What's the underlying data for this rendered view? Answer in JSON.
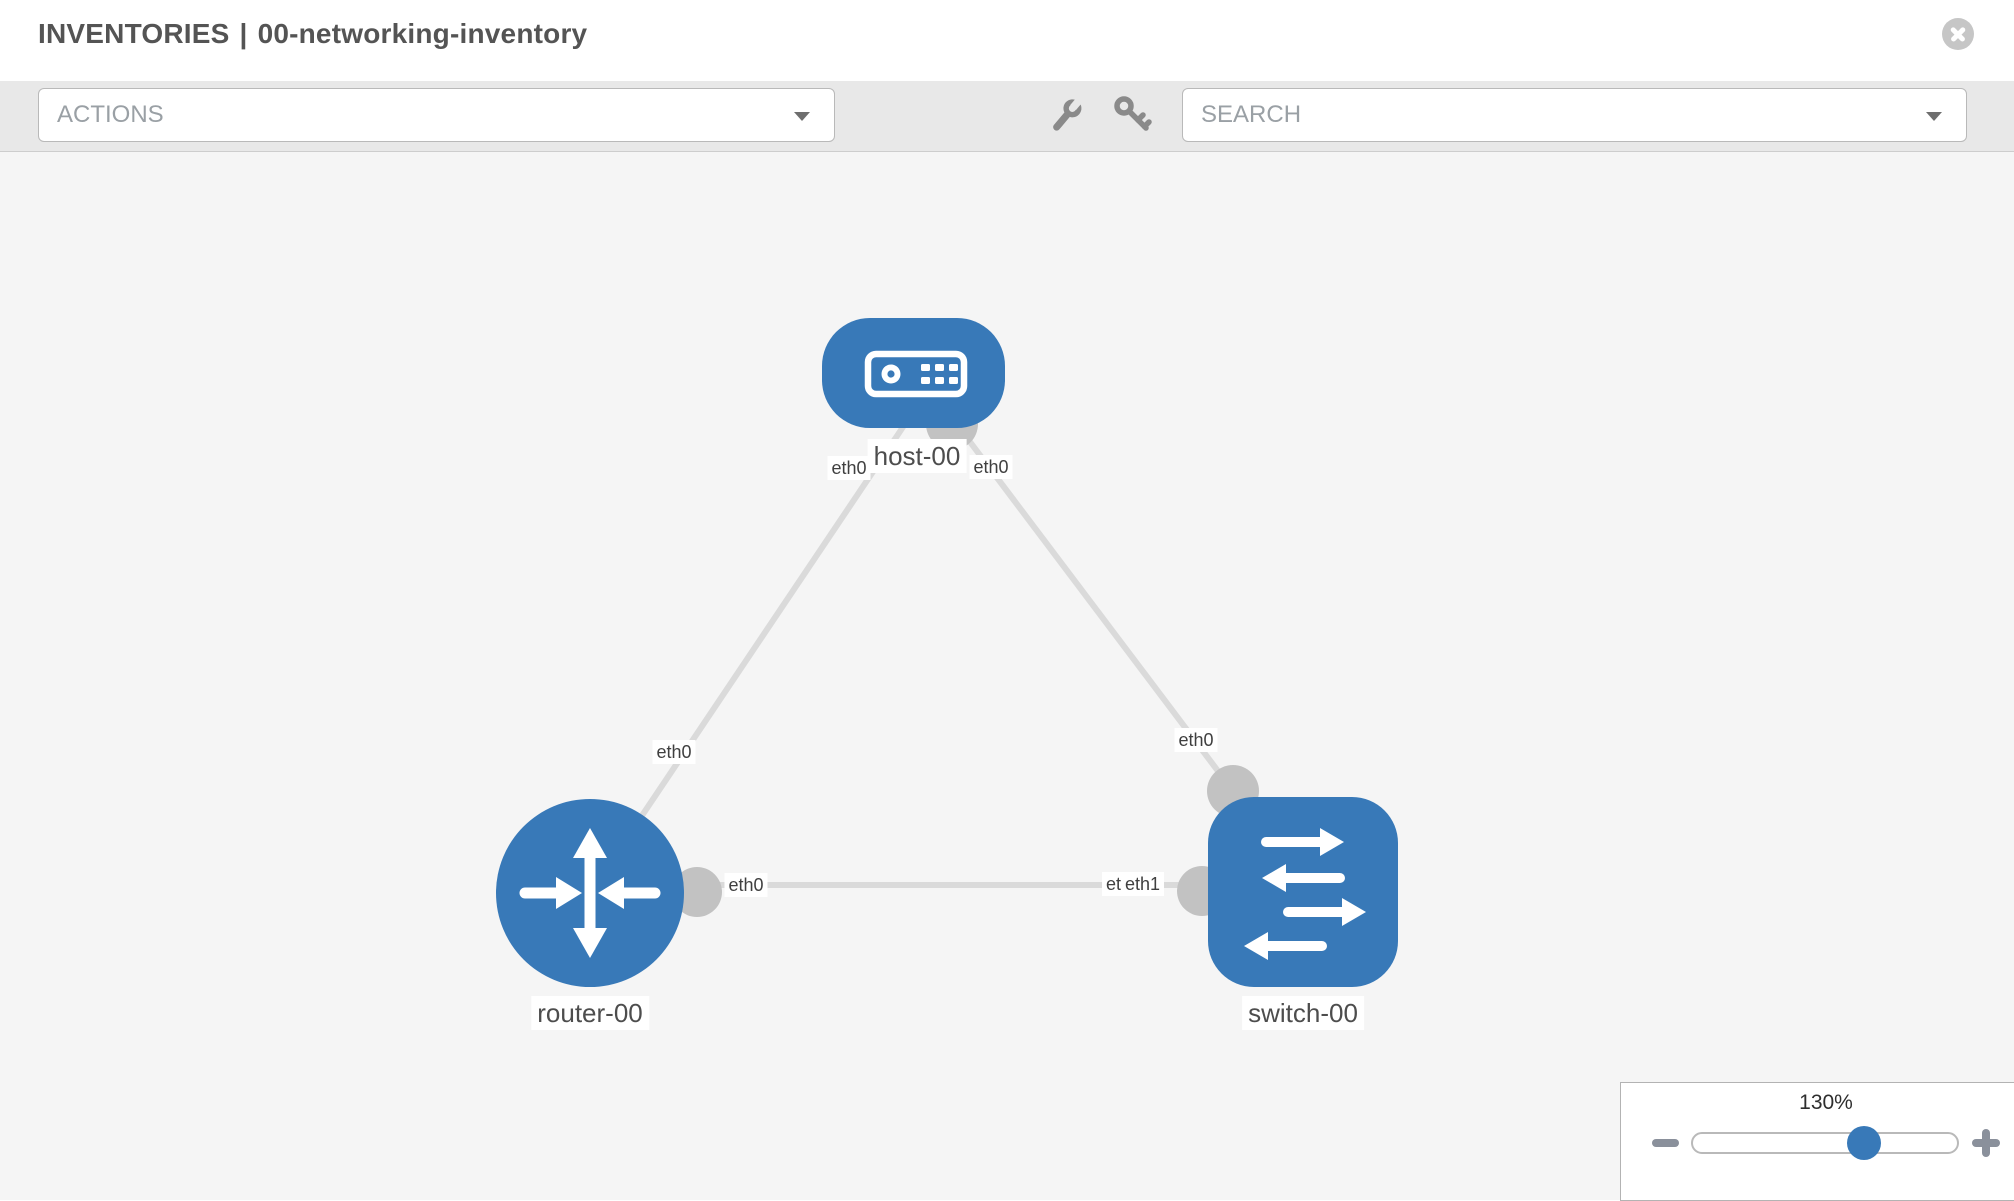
{
  "header": {
    "title_prefix": "INVENTORIES",
    "separator": "|",
    "inventory_name": "00-networking-inventory"
  },
  "toolbar": {
    "actions_label": "ACTIONS",
    "search_placeholder": "SEARCH",
    "icons": [
      "wrench-icon",
      "key-icon"
    ]
  },
  "topology": {
    "nodes": [
      {
        "id": "host-00",
        "type": "host",
        "label": "host-00"
      },
      {
        "id": "router-00",
        "type": "router",
        "label": "router-00"
      },
      {
        "id": "switch-00",
        "type": "switch",
        "label": "switch-00"
      }
    ],
    "links": [
      {
        "from": "router-00",
        "to": "host-00"
      },
      {
        "from": "host-00",
        "to": "switch-00"
      },
      {
        "from": "router-00",
        "to": "switch-00"
      }
    ],
    "ports": [
      {
        "text": "eth0"
      },
      {
        "text": "eth0"
      },
      {
        "text": "eth0"
      },
      {
        "text": "eth0"
      },
      {
        "text": "eth0"
      },
      {
        "text": "eth0"
      },
      {
        "text": "eth1"
      }
    ]
  },
  "zoom_control": {
    "value": "130%",
    "percent": 65
  },
  "colors": {
    "node_blue": "#3879b8",
    "link_gray": "#dadada",
    "connector_gray": "#c2c2c2",
    "canvas_bg": "#f5f5f5",
    "toolbar_bg": "#e8e8e8"
  }
}
